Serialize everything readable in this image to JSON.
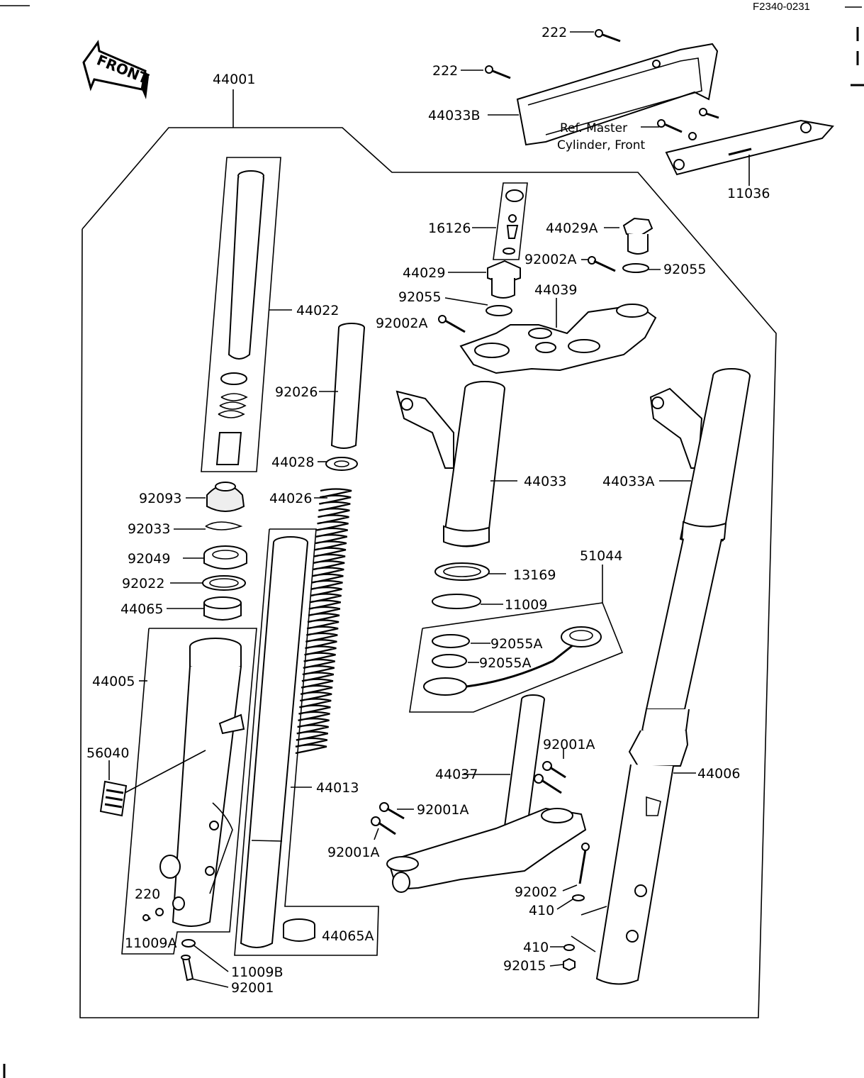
{
  "drawing_code": "F2340-0231",
  "front_label": "FRONT",
  "reference_note": {
    "line1": "Ref.  Master",
    "line2": "Cylinder, Front"
  },
  "labels": {
    "l_222a": "222",
    "l_222b": "222",
    "l_44033B": "44033B",
    "l_11036": "11036",
    "l_44001": "44001",
    "l_16126": "16126",
    "l_44029A": "44029A",
    "l_92002A_r": "92002A",
    "l_92055_r": "92055",
    "l_44029": "44029",
    "l_44039": "44039",
    "l_92055_l": "92055",
    "l_92002A_l": "92002A",
    "l_44022": "44022",
    "l_92026": "92026",
    "l_44028": "44028",
    "l_44026": "44026",
    "l_44033": "44033",
    "l_44033A": "44033A",
    "l_92093": "92093",
    "l_92033": "92033",
    "l_92049": "92049",
    "l_92022": "92022",
    "l_44065": "44065",
    "l_13169": "13169",
    "l_11009": "11009",
    "l_51044": "51044",
    "l_92055A_1": "92055A",
    "l_92055A_2": "92055A",
    "l_44005": "44005",
    "l_56040": "56040",
    "l_44013": "44013",
    "l_92001A_r": "92001A",
    "l_44037": "44037",
    "l_44006": "44006",
    "l_92001A_m": "92001A",
    "l_92001A_l": "92001A",
    "l_92002": "92002",
    "l_410a": "410",
    "l_410b": "410",
    "l_92015": "92015",
    "l_220": "220",
    "l_11009A": "11009A",
    "l_44065A": "44065A",
    "l_11009B": "11009B",
    "l_92001": "92001"
  }
}
